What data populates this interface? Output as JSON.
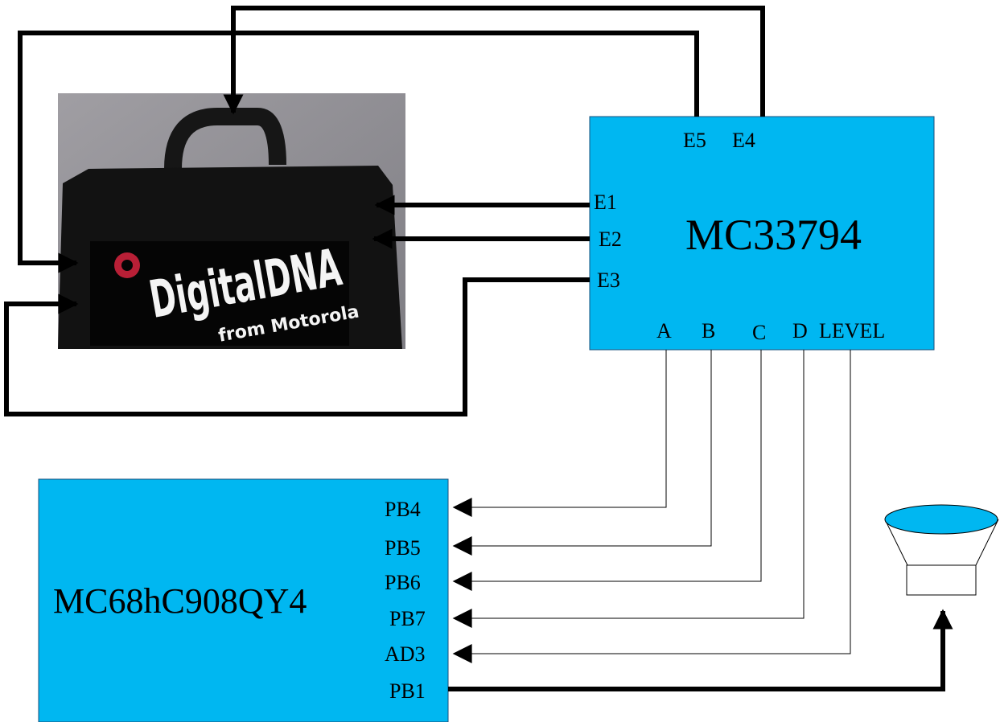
{
  "colors": {
    "chip_fill": "#00b7f1",
    "chip_stroke": "#1a4f7a",
    "wire": "#000000",
    "photo_bg": "#8f8f93",
    "photo_body": "#131313",
    "photo_text": "#f4f4f4",
    "photo_logo": "#c2233a"
  },
  "icons": {
    "photo": "motorola-digitaldna-device-photo",
    "speaker": "speaker-icon"
  },
  "mc33794": {
    "name": "MC33794",
    "electrode_pins": [
      "E1",
      "E2",
      "E3",
      "E4",
      "E5"
    ],
    "output_pins": [
      "A",
      "B",
      "C",
      "D",
      "LEVEL"
    ]
  },
  "mcu": {
    "name": "MC68hC908QY4",
    "pins": [
      "PB4",
      "PB5",
      "PB6",
      "PB7",
      "AD3",
      "PB1"
    ]
  },
  "photo": {
    "brand_main": "DigitalDNA",
    "brand_sub": "from Motorola"
  }
}
